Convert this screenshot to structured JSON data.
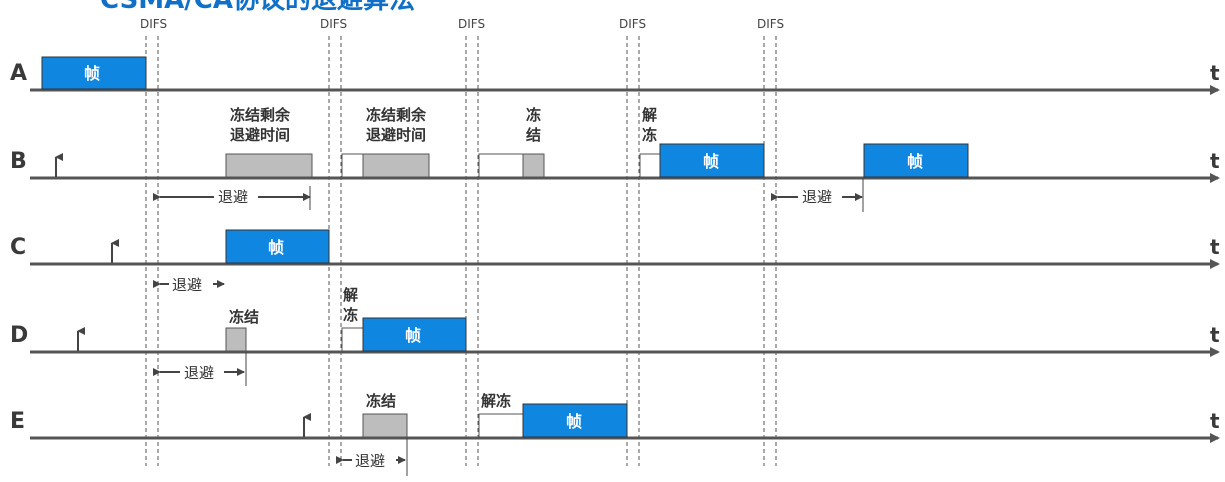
{
  "title": "CSMA/CA协议的退避算法",
  "difs_label": "DIFS",
  "axis_label": "t",
  "stations": [
    "A",
    "B",
    "C",
    "D",
    "E"
  ],
  "frame_label": "帧",
  "backoff_label": "退避",
  "freeze_remaining_label": "冻结剩余退避时间",
  "freeze_label_short": "冻结",
  "freeze_label": "冻结",
  "unfreeze_label": "解冻",
  "colors": {
    "frame": "#0f86e0",
    "frozen": "#bdbdbd",
    "axis": "#555555",
    "title": "#1070c8"
  }
}
